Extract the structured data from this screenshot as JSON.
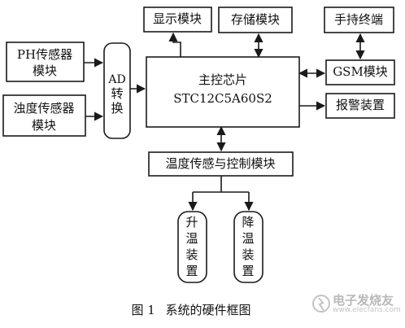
{
  "blocks": {
    "display": "显示模块",
    "storage": "存储模块",
    "handheld": "手持终端",
    "ph_line1": "PH传感器",
    "ph_line2": "模块",
    "turbidity_line1": "浊度传感器",
    "turbidity_line2": "模块",
    "ad_line1": "AD",
    "ad_line2": "转",
    "ad_line3": "换",
    "mcu_line1": "主控芯片",
    "mcu_line2": "STC12C5A60S2",
    "gsm": "GSM模块",
    "alarm": "报警装置",
    "temp_control": "温度传感与控制模块",
    "heat_chars": [
      "升",
      "温",
      "装",
      "置"
    ],
    "cool_chars": [
      "降",
      "温",
      "装",
      "置"
    ]
  },
  "caption": {
    "figure_no": "图 1",
    "title": "系统的硬件框图"
  },
  "watermark": {
    "text": "电子发烧友",
    "sub": "www.elecfans.com"
  },
  "colors": {
    "stroke": "#1a1a1a",
    "watermark": "#b9b9b9"
  }
}
